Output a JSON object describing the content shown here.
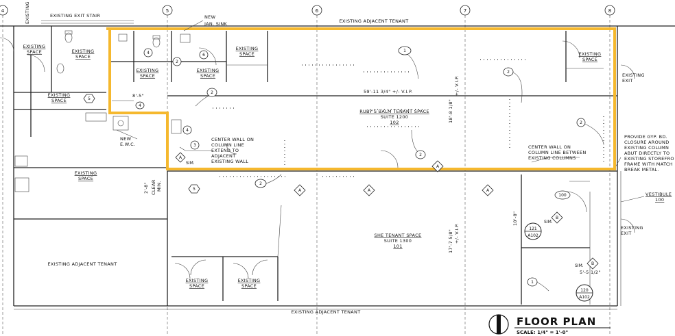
{
  "grid_numbers": [
    "4",
    "5",
    "6",
    "7",
    "8"
  ],
  "labels": {
    "exit_stair": "EXISTING EXIT STAIR",
    "exit_vertical": "EXISTING EXIT",
    "adjacent_tenant_top": "EXISTING ADJACENT TENANT",
    "adjacent_tenant_bottom": "EXISTING ADJACENT TENANT",
    "adjacent_tenant_left": "EXISTING ADJACENT TENANT",
    "new_jan_sink_1": "NEW",
    "new_jan_sink_2": "JAN. SINK",
    "existing": "EXISTING",
    "space": "SPACE",
    "existing_exit_1": "EXISTING",
    "existing_exit_2": "EXIT",
    "new_ewc_1": "NEW",
    "new_ewc_2": "E.W.C.",
    "center_wall_a_1": "CENTER WALL ON",
    "center_wall_a_2": "COLUMN LINE",
    "center_wall_a_3": "EXTEND TO",
    "center_wall_a_4": "ADJACENT",
    "center_wall_a_5": "EXISTING WALL",
    "center_wall_b_1": "CENTER WALL ON",
    "center_wall_b_2": "COLUMN LINE BETWEEN",
    "center_wall_b_3": "EXISTING COLUMNS",
    "dim_top": "59'-11 3/4\" +/- V.I.P.",
    "dim_vip_top": "+/- V.I.P.",
    "dim_vert_top": "18'-8 1/8\"",
    "dim_vip_bottom": "+/- V.I.P.",
    "dim_vert_bottom": "17'-7 5/8\"",
    "dim_85": "8'-5\"",
    "dim_28": "2'-8\"",
    "clear_min_1": "CLEAR",
    "clear_min_2": "MIN.",
    "dim_108": "10'-8\"",
    "dim_55": "5'-5 1/2\"",
    "rubys_1": "RUBY'S BALM TENANT SPACE",
    "rubys_2": "SUITE 1200",
    "rubys_3": "102",
    "she_1": "SHE TENANT SPACE",
    "she_2": "SUITE 1300",
    "she_3": "101",
    "provide_1": "PROVIDE GYP. BD.",
    "provide_2": "CLOSURE AROUND",
    "provide_3": "EXISTING COLUMN",
    "provide_4": "ABUT DIRECTLY TO",
    "provide_5": "EXISTING STOREFRO",
    "provide_6": "FRAME WITH MATCH",
    "provide_7": "BREAK METAL.",
    "vestibule_1": "VESTIBULE",
    "vestibule_2": "100",
    "room_100": "100",
    "sim": "SIM.",
    "sec_121": "121",
    "sec_120": "120",
    "sheet_a102": "A102",
    "floor_plan": "FLOOR PLAN",
    "scale": "SCALE: 1/4\" = 1'-0\""
  },
  "tags": {
    "one": "1",
    "two": "2",
    "three": "3",
    "four": "4",
    "five": "5",
    "six": "6",
    "a": "A",
    "b": "B"
  },
  "colors": {
    "highlight": "#F5B82E",
    "line": "#222222"
  }
}
